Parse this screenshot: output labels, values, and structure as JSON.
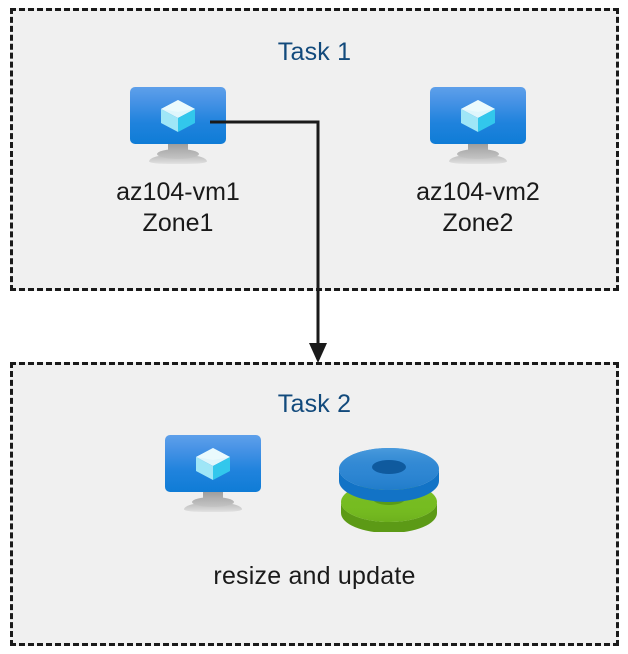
{
  "diagram": {
    "type": "azure-architecture-flow",
    "background_color": "#ffffff",
    "box_fill_color": "#f0f0f0",
    "box_border_color": "#1a1a1a",
    "title_color": "#124a7c",
    "label_color": "#1a1a1a",
    "connector_color": "#1a1a1a"
  },
  "task1": {
    "title": "Task 1",
    "nodes": [
      {
        "icon": "virtual-machine-icon",
        "name": "az104-vm1",
        "zone": "Zone1"
      },
      {
        "icon": "virtual-machine-icon",
        "name": "az104-vm2",
        "zone": "Zone2"
      }
    ]
  },
  "task2": {
    "title": "Task 2",
    "nodes": [
      {
        "icon": "virtual-machine-icon"
      },
      {
        "icon": "managed-disks-icon"
      }
    ],
    "caption": "resize and update"
  },
  "connector": {
    "name": "flow-arrow",
    "from": "az104-vm1",
    "to": "Task 2",
    "arrowhead": "down"
  },
  "colors": {
    "vm_screen_top": "#5ea0ea",
    "vm_screen_bottom": "#0f7cd6",
    "vm_cube_light": "#d4f3fb",
    "vm_cube_mid": "#8fe3f5",
    "vm_cube_dark": "#32c7ec",
    "vm_stand": "#c9c9c9",
    "disk_blue_top": "#3f8fd6",
    "disk_blue_edge": "#1273c6",
    "disk_blue_hole": "#0f5a9e",
    "disk_green_top": "#76bc21",
    "disk_green_edge": "#5c9a16",
    "disk_green_hole": "#5a9b17"
  }
}
